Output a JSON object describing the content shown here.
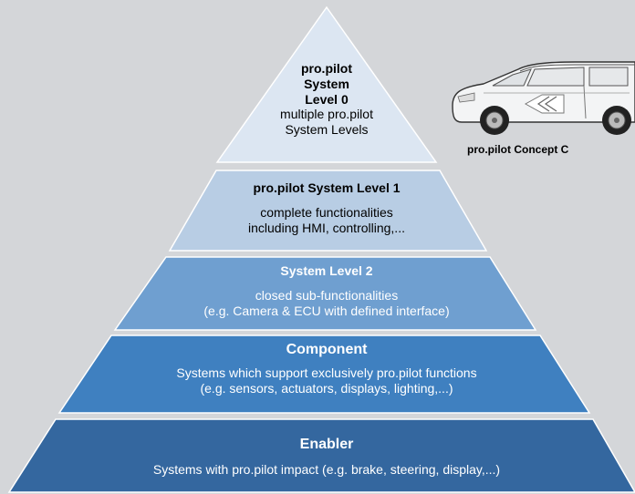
{
  "levels": [
    {
      "title_lines": [
        "pro.pilot",
        "System",
        "Level 0"
      ],
      "desc_lines": [
        "multiple pro.pilot",
        "System Levels"
      ],
      "color": "#dce6f2"
    },
    {
      "title_lines": [
        "pro.pilot System Level 1"
      ],
      "desc_lines": [
        "complete functionalities",
        "including HMI, controlling,..."
      ],
      "color": "#b8cde4"
    },
    {
      "title_lines": [
        "System Level 2"
      ],
      "desc_lines": [
        "closed sub-functionalities",
        "(e.g. Camera & ECU with defined interface)"
      ],
      "color": "#6f9fd0"
    },
    {
      "title_lines": [
        "Component"
      ],
      "desc_lines": [
        "Systems which support exclusively pro.pilot functions",
        "(e.g. sensors, actuators, displays, lighting,...)"
      ],
      "color": "#3f80c0"
    },
    {
      "title_lines": [
        "Enabler"
      ],
      "desc_lines": [
        "Systems with pro.pilot impact (e.g. brake, steering, display,...)"
      ],
      "color": "#34679f"
    }
  ],
  "car_caption": "pro.pilot Concept C"
}
